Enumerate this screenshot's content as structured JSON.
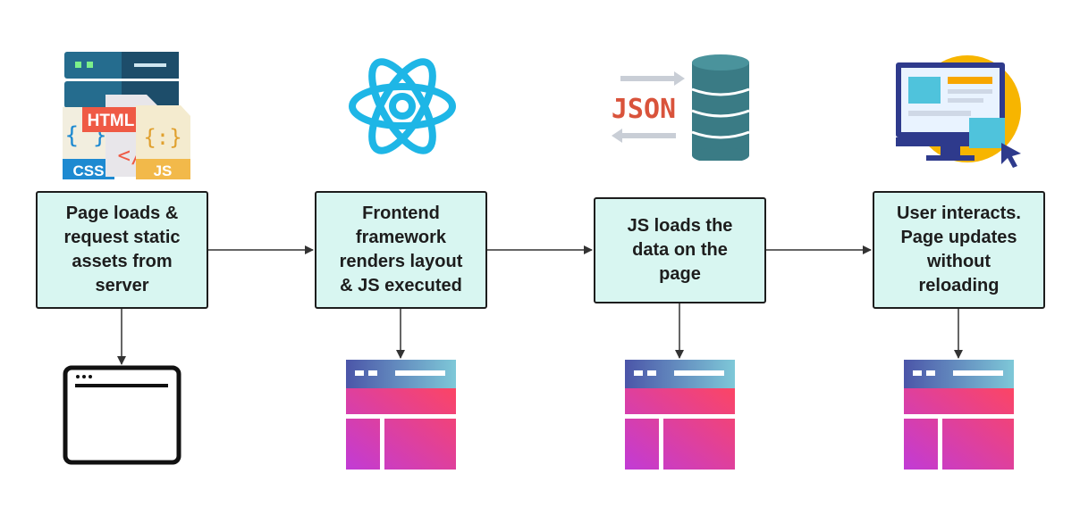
{
  "steps": [
    {
      "label": "Page loads &\nrequest static\nassets from\nserver"
    },
    {
      "label": "Frontend\nframework\nrenders layout\n& JS executed"
    },
    {
      "label": "JS loads the\ndata on the\npage"
    },
    {
      "label": "User interacts.\nPage updates\nwithout\nreloading"
    }
  ],
  "icons": {
    "step1": "server-with-html-css-js-files-icon",
    "step2": "atom-framework-icon",
    "step3": "json-database-icon",
    "step4": "monitor-with-cursor-icon",
    "result1": "blank-browser-window-icon",
    "result2": "rendered-page-icon",
    "result3": "rendered-page-icon",
    "result4": "rendered-page-icon"
  },
  "file_labels": {
    "html": "HTML",
    "css": "CSS",
    "js": "JS",
    "json": "JSON"
  },
  "colors": {
    "box_fill": "#d8f6f1",
    "box_border": "#1d1d1d",
    "page_gradient_start": "#c13bd6",
    "page_gradient_end": "#fc4564",
    "page_header_start": "#4b55a8",
    "page_header_end": "#7ec8d8"
  }
}
